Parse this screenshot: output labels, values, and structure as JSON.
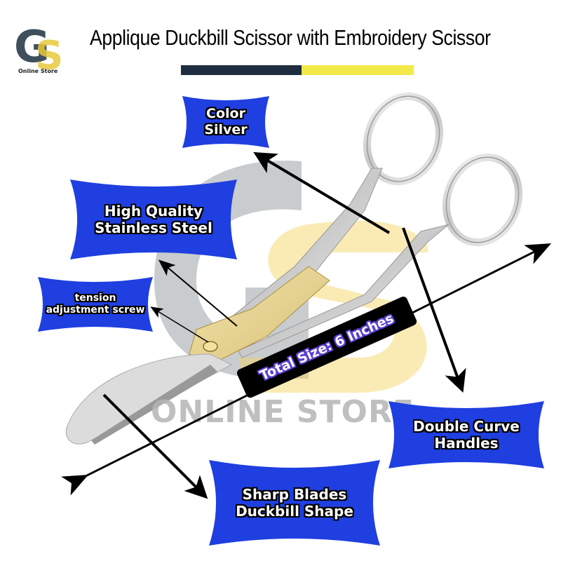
{
  "logo": {
    "letters": "GS",
    "tagline": "Online Store",
    "colors": {
      "g": "#3f4f5c",
      "s": "#e8c93a"
    }
  },
  "header": {
    "title": "Applique Duckbill Scissor with Embroidery Scissor",
    "underline_colors": [
      "#1e2e40",
      "#f2ea49"
    ]
  },
  "callouts": [
    {
      "id": "color",
      "text": "Color\nSilver"
    },
    {
      "id": "material",
      "text": "High Quality\nStainless Steel"
    },
    {
      "id": "screw",
      "text": "tension\nadjustment screw"
    },
    {
      "id": "handles",
      "text": "Double Curve\nHandles"
    },
    {
      "id": "blades",
      "text": "Sharp Blades\nDuckbill Shape"
    }
  ],
  "size_badge": {
    "text": "Total Size: 6 Inches"
  },
  "watermark": {
    "text": "ONLINE STORE",
    "small_text": "Online Store"
  },
  "colors": {
    "callout_blue": "#1f3fe0",
    "badge_bg": "#000000",
    "badge_text_outline": "#5a3fd0"
  }
}
